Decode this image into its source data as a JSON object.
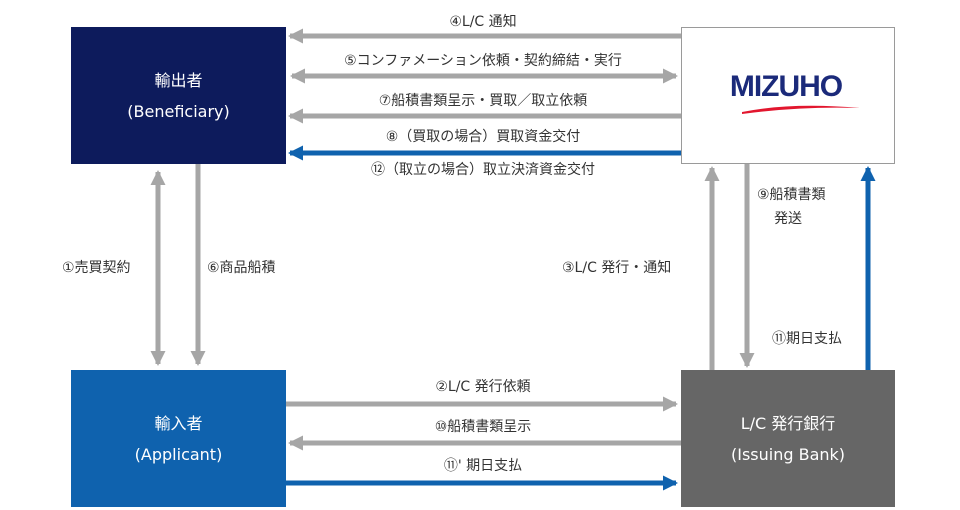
{
  "parties": {
    "exporter": {
      "line1": "輸出者",
      "line2": "(Beneficiary)",
      "color": "#0d1b5c"
    },
    "importer": {
      "line1": "輸入者",
      "line2": "(Applicant)",
      "color": "#0f62ae"
    },
    "issuing_bank": {
      "line1": "L/C 発行銀行",
      "line2": "(Issuing Bank)",
      "color": "#666666"
    },
    "mizuho": {
      "logo_text": "MIZUHO",
      "logo_color": "#1b2a7a",
      "swoosh_color": "#e2162e"
    }
  },
  "arrow_colors": {
    "gray": "#a6a6a6",
    "blue": "#0f62ae"
  },
  "steps": {
    "s1": "①売買契約",
    "s2": "②L/C 発行依頼",
    "s3": "③L/C 発行・通知",
    "s4": "④L/C 通知",
    "s5": "⑤コンファメーション依頼・契約締結・実行",
    "s6": "⑥商品船積",
    "s7": "⑦船積書類呈示・買取／取立依頼",
    "s8": "⑧（買取の場合）買取資金交付",
    "s9_line1": "⑨船積書類",
    "s9_line2": "発送",
    "s10": "⑩船積書類呈示",
    "s11": "⑪期日支払",
    "s11b": "⑪' 期日支払",
    "s12": "⑫（取立の場合）取立決済資金交付"
  }
}
